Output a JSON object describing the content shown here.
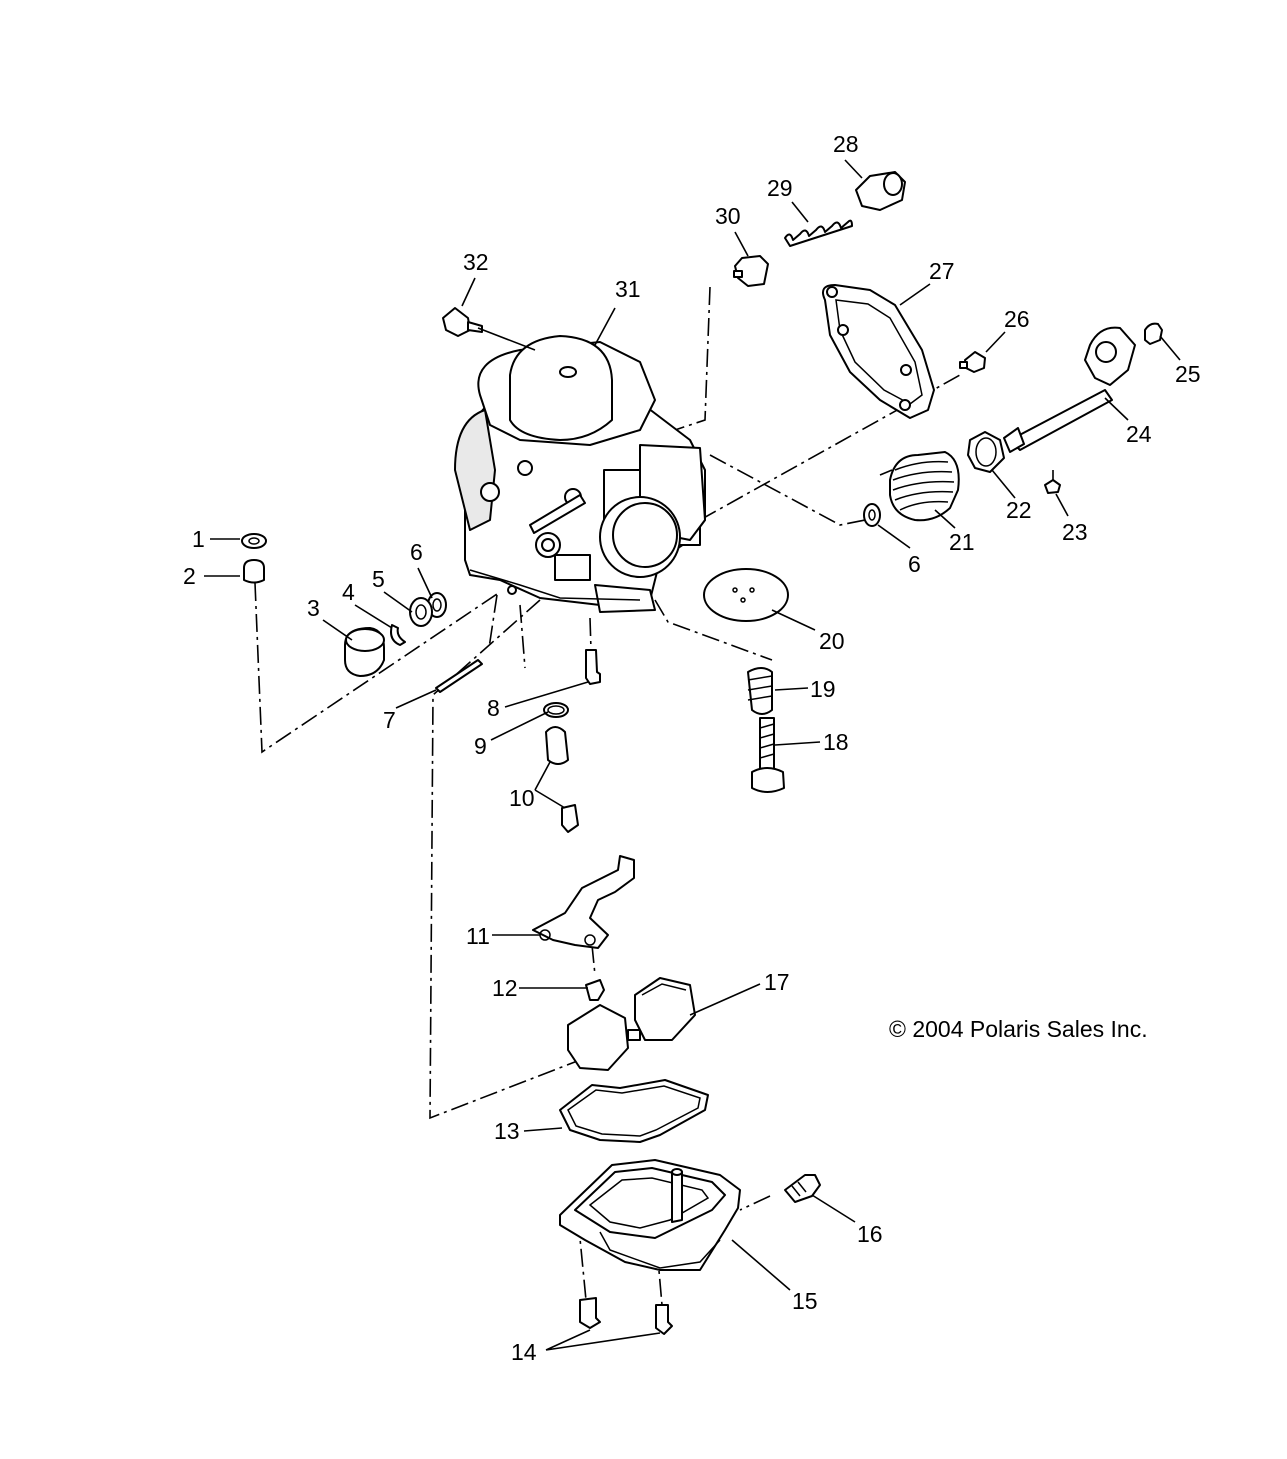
{
  "diagram": {
    "copyright": "© 2004 Polaris Sales Inc.",
    "callouts": [
      "1",
      "2",
      "3",
      "4",
      "5",
      "6",
      "6",
      "7",
      "8",
      "9",
      "10",
      "11",
      "12",
      "13",
      "14",
      "15",
      "16",
      "17",
      "18",
      "19",
      "20",
      "21",
      "22",
      "23",
      "24",
      "25",
      "26",
      "27",
      "28",
      "29",
      "30",
      "31",
      "32"
    ]
  }
}
